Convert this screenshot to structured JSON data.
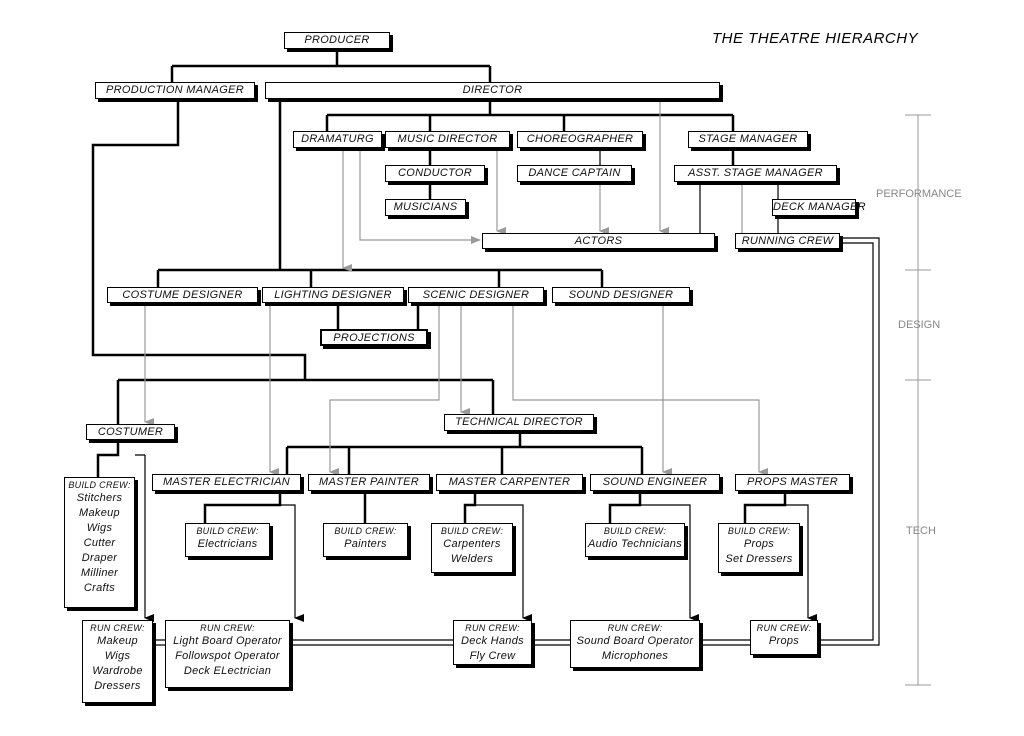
{
  "title": "THE THEATRE HIERARCHY",
  "scale": {
    "performance": "PERFORMANCE",
    "design": "DESIGN",
    "tech": "TECH"
  },
  "roles": {
    "producer": "PRODUCER",
    "production_manager": "PRODUCTION MANAGER",
    "director": "DIRECTOR",
    "dramaturg": "DRAMATURG",
    "music_director": "MUSIC DIRECTOR",
    "choreographer": "CHOREOGRAPHER",
    "stage_manager": "STAGE MANAGER",
    "conductor": "CONDUCTOR",
    "dance_captain": "DANCE CAPTAIN",
    "asst_stage_manager": "ASST. STAGE MANAGER",
    "musicians": "MUSICIANS",
    "deck_manager": "DECK MANAGER",
    "actors": "ACTORS",
    "running_crew": "RUNNING CREW",
    "costume_designer": "COSTUME DESIGNER",
    "lighting_designer": "LIGHTING DESIGNER",
    "scenic_designer": "SCENIC DESIGNER",
    "sound_designer": "SOUND DESIGNER",
    "projections": "PROJECTIONS",
    "costumer": "COSTUMER",
    "technical_director": "TECHNICAL DIRECTOR",
    "master_electrician": "MASTER ELECTRICIAN",
    "master_painter": "MASTER PAINTER",
    "master_carpenter": "MASTER CARPENTER",
    "sound_engineer": "SOUND ENGINEER",
    "props_master": "PROPS MASTER"
  },
  "build_crews": {
    "heading": "BUILD CREW:",
    "costume": [
      "Stitchers",
      "Makeup",
      "Wigs",
      "Cutter",
      "Draper",
      "Milliner",
      "Crafts"
    ],
    "electric": [
      "Electricians"
    ],
    "paint": [
      "Painters"
    ],
    "carpentry": [
      "Carpenters",
      "Welders"
    ],
    "audio": [
      "Audio Technicians"
    ],
    "props": [
      "Props",
      "Set Dressers"
    ]
  },
  "run_crews": {
    "heading": "RUN CREW:",
    "costume": [
      "Makeup",
      "Wigs",
      "Wardrobe",
      "Dressers"
    ],
    "lighting": [
      "Light Board Operator",
      "Followspot Operator",
      "Deck ELectrician"
    ],
    "deck": [
      "Deck Hands",
      "Fly Crew"
    ],
    "sound": [
      "Sound Board Operator",
      "Microphones"
    ],
    "props": [
      "Props"
    ]
  }
}
